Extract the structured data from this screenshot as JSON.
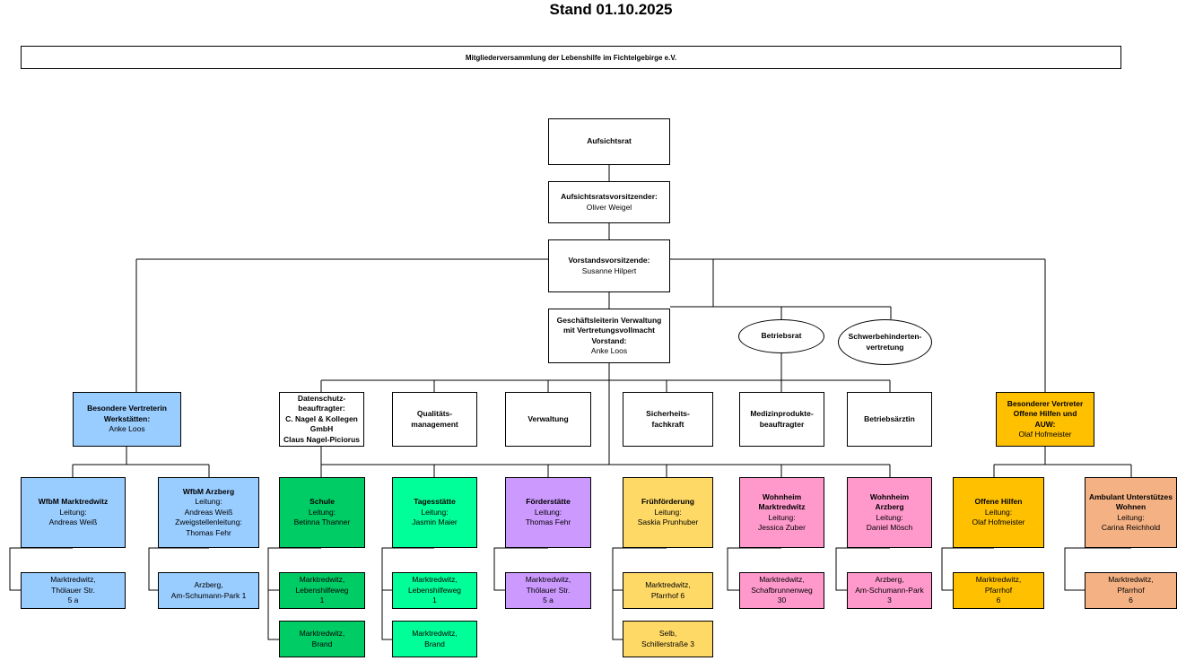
{
  "title": "Stand 01.10.2025",
  "banner": "Mitgliederversammlung der Lebenshilfe im Fichtelgebirge e.V.",
  "top": {
    "aufsichtsrat": "Aufsichtsrat",
    "vorsitz_title": "Aufsichtsratsvorsitzender:",
    "vorsitz_name": "Oliver Weigel",
    "vorstand_title": "Vorstandsvorsitzende:",
    "vorstand_name": "Susanne Hilpert",
    "gf_l1": "Geschäftsleiterin Verwaltung",
    "gf_l2": "mit Vertretungsvollmacht",
    "gf_l3": "Vorstand:",
    "gf_name": "Anke Loos",
    "betriebsrat": "Betriebsrat",
    "svv_l1": "Schwerbehinderten-",
    "svv_l2": "vertretung"
  },
  "staff": {
    "ds_l1": "Datenschutz-",
    "ds_l2": "beauftragter:",
    "ds_l3": "C. Nagel & Kollegen",
    "ds_l4": "GmbH",
    "ds_l5": "Claus Nagel-Piciorus",
    "qm_l1": "Qualitäts-",
    "qm_l2": "management",
    "verwaltung": "Verwaltung",
    "sf_l1": "Sicherheits-",
    "sf_l2": "fachkraft",
    "mp_l1": "Medizinprodukte-",
    "mp_l2": "beauftragter",
    "ba": "Betriebsärztin"
  },
  "special_left": {
    "l1": "Besondere Vertreterin",
    "l2": "Werkstätten:",
    "name": "Anke Loos"
  },
  "special_right": {
    "l1": "Besonderer Vertreter",
    "l2": "Offene Hilfen und",
    "l3": "AUW:",
    "name": "Olaf Hofmeister"
  },
  "units": {
    "wfbm_mak": {
      "title": "WfbM Marktredwitz",
      "l1": "Leitung:",
      "l2": "Andreas Weiß",
      "l3": "",
      "l4": ""
    },
    "wfbm_arz": {
      "title": "WfbM Arzberg",
      "l1": "Leitung:",
      "l2": "Andreas Weiß",
      "l3": "Zweigstellenleitung:",
      "l4": "Thomas Fehr"
    },
    "schule": {
      "title": "Schule",
      "l1": "Leitung:",
      "l2": "Betinna Thanner"
    },
    "tages": {
      "title": "Tagesstätte",
      "l1": "Leitung:",
      "l2": "Jasmin Maier"
    },
    "foerder": {
      "title": "Förderstätte",
      "l1": "Leitung:",
      "l2": "Thomas Fehr"
    },
    "frueh": {
      "title": "Frühförderung",
      "l1": "Leitung:",
      "l2": "Saskia Prunhuber"
    },
    "wh_mak": {
      "t1": "Wohnheim",
      "t2": "Marktredwitz",
      "l1": "Leitung:",
      "l2": "Jessica Zuber"
    },
    "wh_arz": {
      "t1": "Wohnheim",
      "t2": "Arzberg",
      "l1": "Leitung:",
      "l2": "Daniel Mösch"
    },
    "offen": {
      "title": "Offene Hilfen",
      "l1": "Leitung:",
      "l2": "Olaf Hofmeister"
    },
    "auw": {
      "t1": "Ambulant Unterstützes",
      "t2": "Wohnen",
      "l1": "Leitung:",
      "l2": "Carina Reichhold"
    }
  },
  "locations": {
    "wfbm_mak": [
      "Marktredwitz,",
      "Thölauer Str.",
      "5 a"
    ],
    "wfbm_arz": [
      "Arzberg,",
      "Am-Schumann-Park 1"
    ],
    "schule_1": [
      "Marktredwitz,",
      "Lebenshilfeweg",
      "1"
    ],
    "schule_2": [
      "Marktredwitz,",
      "Brand"
    ],
    "tages_1": [
      "Marktredwitz,",
      "Lebenshilfeweg",
      "1"
    ],
    "tages_2": [
      "Marktredwitz,",
      "Brand"
    ],
    "foerder_1": [
      "Marktredwitz,",
      "Thölauer Str.",
      "5 a"
    ],
    "frueh_1": [
      "Marktredwitz,",
      "Pfarrhof 6"
    ],
    "frueh_2": [
      "Selb,",
      "Schillerstraße 3"
    ],
    "wh_mak_1": [
      "Marktredwitz,",
      "Schafbrunnenweg",
      "30"
    ],
    "wh_arz_1": [
      "Arzberg,",
      "Am-Schumann-Park",
      "3"
    ],
    "offen_1": [
      "Marktredwitz,",
      "Pfarrhof",
      "6"
    ],
    "auw_1": [
      "Marktredwitz,",
      "Pfarrhof",
      "6"
    ]
  },
  "colors": {
    "werkstaetten": "#99ccff",
    "schule": "#00cc66",
    "tagesstaette": "#00ff99",
    "foerderstaette": "#cc99ff",
    "fruehfoerderung": "#ffd966",
    "wohnheim": "#ff99cc",
    "offene_hilfen": "#ffc000",
    "auw": "#f4b183"
  }
}
